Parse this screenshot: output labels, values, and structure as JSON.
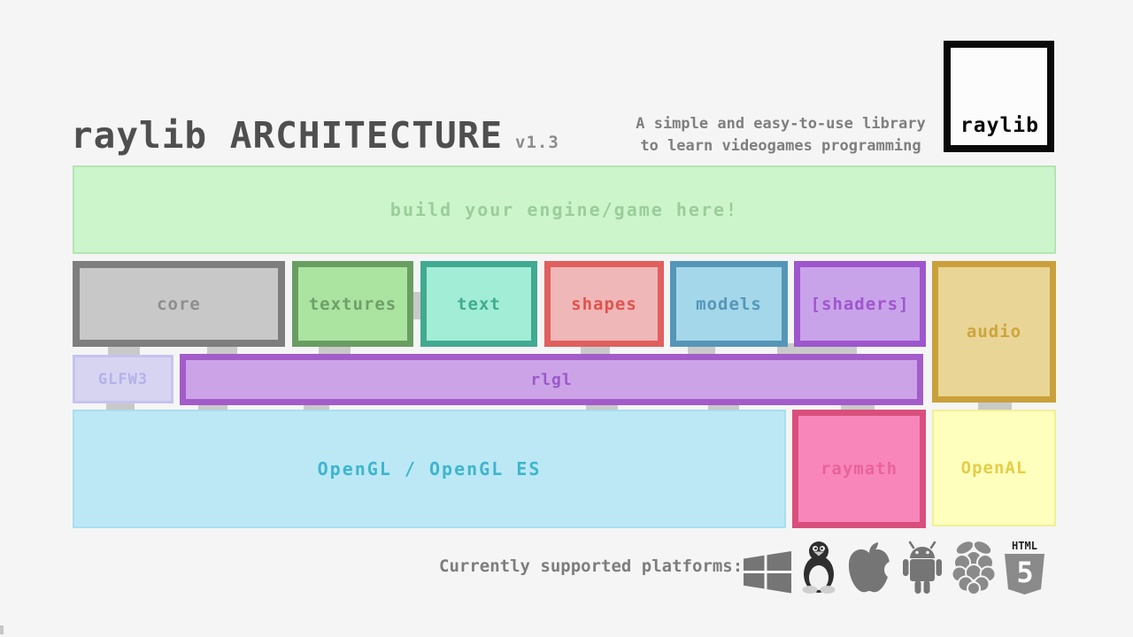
{
  "header": {
    "title": "raylib ARCHITECTURE",
    "version": "v1.3",
    "tagline_line1": "A simple and easy-to-use library",
    "tagline_line2": "to learn videogames programming",
    "logo_text": "raylib"
  },
  "banner": {
    "label": "build your engine/game here!",
    "fill": "#cdf5cc",
    "border": "#b2e5b1",
    "text_color": "#9bce9a"
  },
  "modules": [
    {
      "label": "core",
      "fill": "#c8c8c8",
      "border": "#7e7e7e",
      "text_color": "#8e8e8e"
    },
    {
      "label": "textures",
      "fill": "#abe3a1",
      "border": "#699e63",
      "text_color": "#6f9f68"
    },
    {
      "label": "text",
      "fill": "#a2edd5",
      "border": "#41aa90",
      "text_color": "#41aa90"
    },
    {
      "label": "shapes",
      "fill": "#efb7b7",
      "border": "#e05f5f",
      "text_color": "#e0534f"
    },
    {
      "label": "models",
      "fill": "#a4d7e9",
      "border": "#5596b8",
      "text_color": "#5596b8"
    },
    {
      "label": "[shaders]",
      "fill": "#c9a3ea",
      "border": "#9e56cc",
      "text_color": "#9e56cc"
    },
    {
      "label": "audio",
      "fill": "#e9d595",
      "border": "#c9a03c",
      "text_color": "#cda43e"
    }
  ],
  "middle": [
    {
      "label": "GLFW3",
      "fill": "#d7d4f1",
      "border": "#c6c3ee",
      "text_color": "#b4b1e9"
    },
    {
      "label": "rlgl",
      "fill": "#cda3e8",
      "border": "#a35cc9",
      "text_color": "#9959c9"
    }
  ],
  "base": [
    {
      "label": "OpenGL / OpenGL ES",
      "fill": "#bce8f5",
      "border": "#a7dff0",
      "text_color": "#3fb5cc"
    },
    {
      "label": "raymath",
      "fill": "#f986bb",
      "border": "#d94f7c",
      "text_color": "#e8639a"
    },
    {
      "label": "OpenAL",
      "fill": "#feffbd",
      "border": "#f0f096",
      "text_color": "#e4cd48"
    }
  ],
  "platforms": {
    "label": "Currently supported platforms:",
    "icon_names": [
      "windows-icon",
      "linux-tux-icon",
      "apple-icon",
      "android-icon",
      "raspberry-pi-icon",
      "html5-icon"
    ],
    "html5_top_text": "HTML",
    "html5_number": "5",
    "icon_color": "#757575"
  }
}
